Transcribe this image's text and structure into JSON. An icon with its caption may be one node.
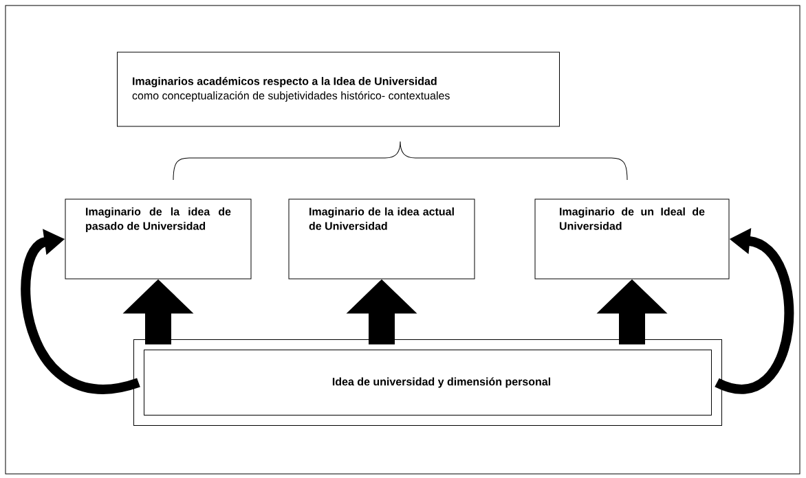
{
  "diagram": {
    "nodes": [
      {
        "text": [
          "Imaginarios académicos respecto a la Idea de Universidad",
          "como conceptualización de subjetividades histórico- contextuales"
        ]
      },
      {
        "text": [
          "Imaginario de la idea de pasado de Universidad"
        ]
      },
      {
        "text": [
          "Imaginario de la idea actual de Universidad"
        ]
      },
      {
        "text": [
          "Imaginario de un Ideal de Universidad"
        ]
      },
      {
        "text": [
          "Idea de universidad y dimensión personal"
        ]
      }
    ],
    "edges": [
      {
        "from": 4,
        "to": 1,
        "arrow": "to"
      },
      {
        "from": 4,
        "to": 1,
        "arrow": "to"
      },
      {
        "from": 4,
        "to": 2,
        "arrow": "to"
      },
      {
        "from": 4,
        "to": 3,
        "arrow": "to"
      },
      {
        "from": 4,
        "to": 3,
        "arrow": "to"
      }
    ]
  }
}
